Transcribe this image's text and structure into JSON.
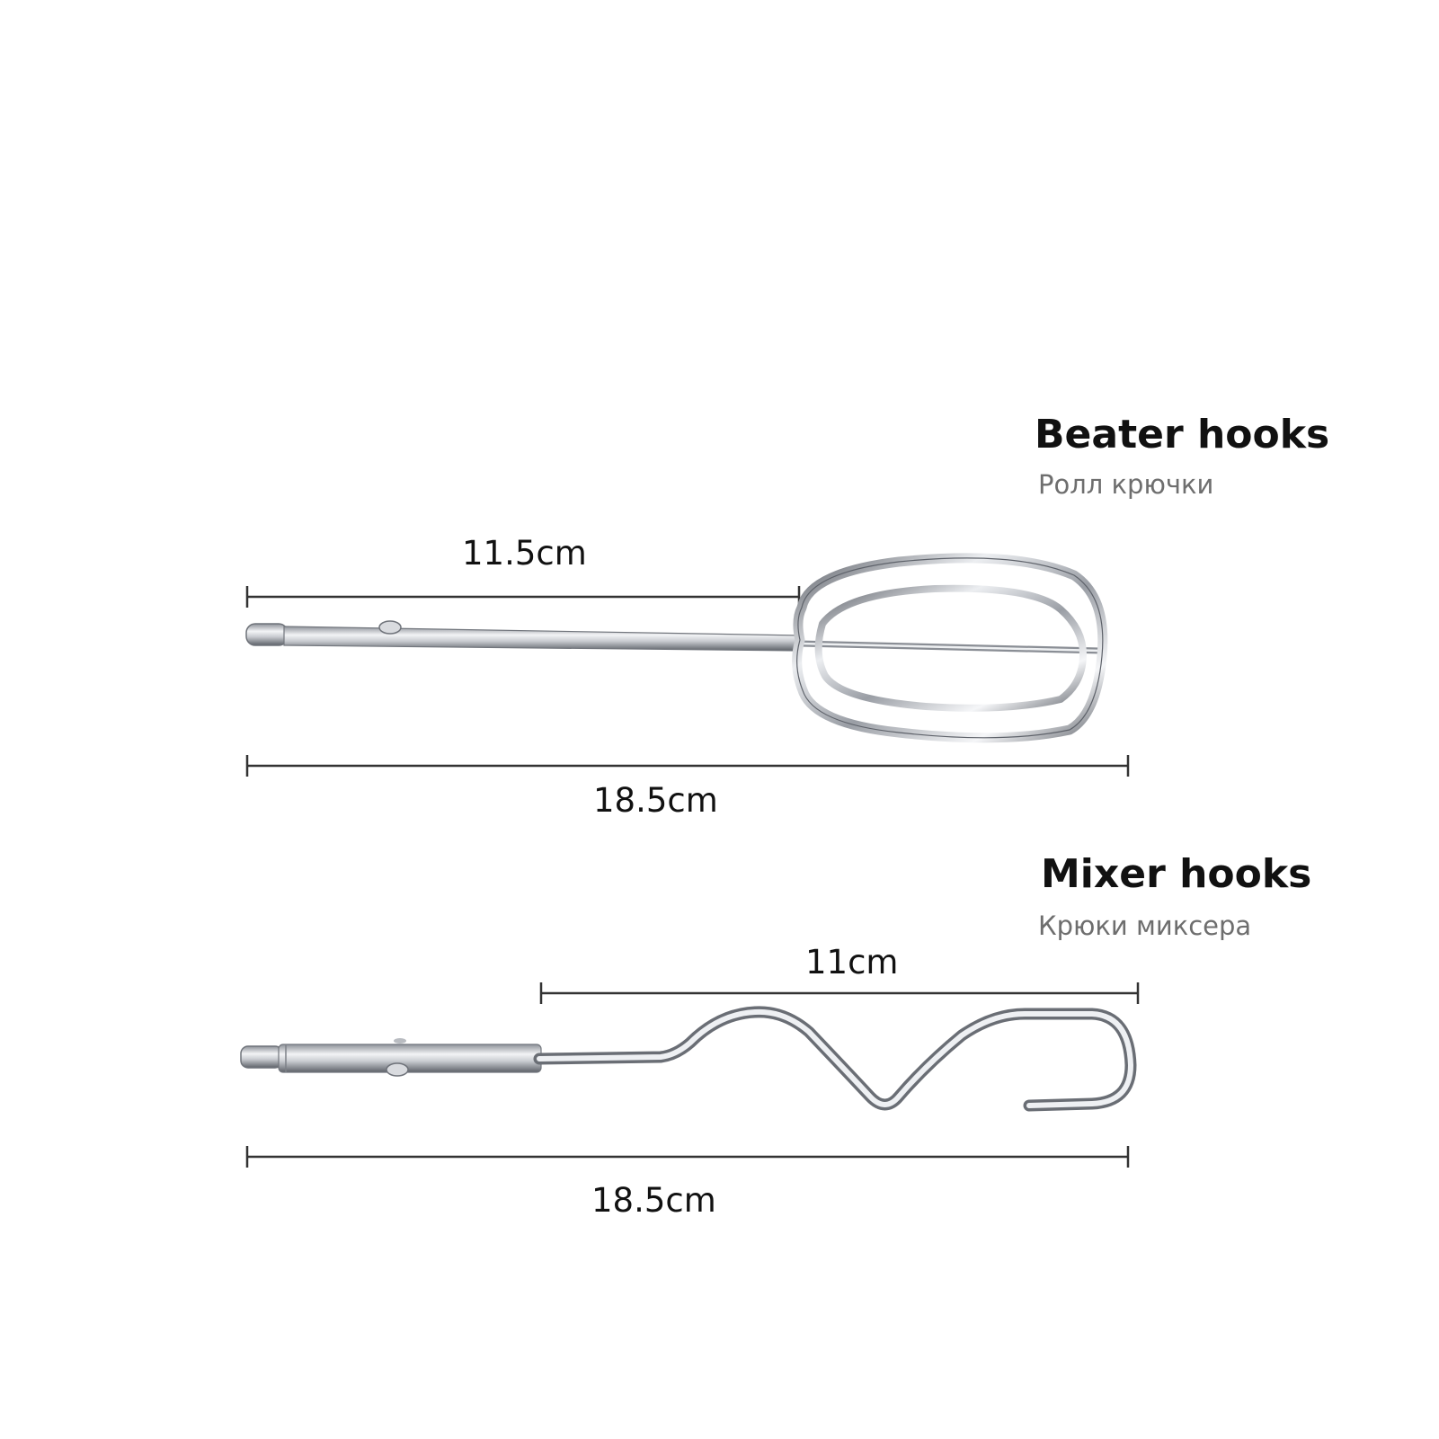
{
  "beater": {
    "title": "Beater hooks",
    "subtitle": "Ролл крючки",
    "head_length": "11.5cm",
    "total_length": "18.5cm"
  },
  "mixer": {
    "title": "Mixer hooks",
    "subtitle": "Крюки миксера",
    "hook_length": "11cm",
    "total_length": "18.5cm"
  },
  "colors": {
    "background": "#ffffff",
    "text": "#111111",
    "subtitle": "#6e6e6e",
    "dimension_line": "#333333",
    "metal_dark": "#6f737a",
    "metal_light": "#e9ebee"
  }
}
